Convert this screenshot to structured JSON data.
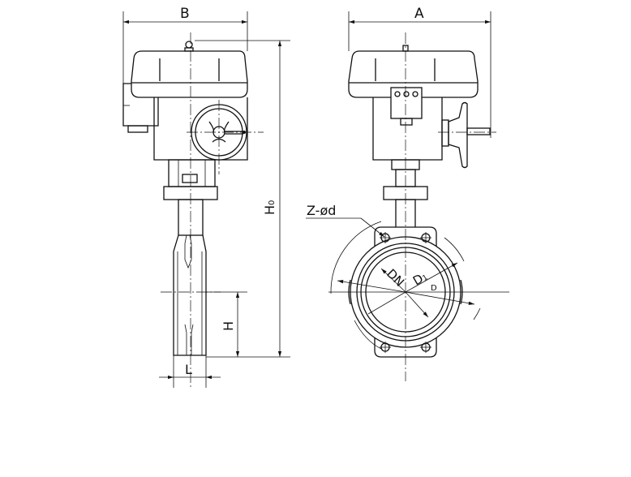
{
  "drawing": {
    "title": "Butterfly valve with electric actuator - dimension drawing",
    "side_view": {
      "width_label": "B",
      "overall_height_label": "H",
      "overall_height_subscript": "0",
      "center_height_label": "H",
      "face_length_label": "L"
    },
    "front_view": {
      "width_label": "A",
      "bolt_holes_label": "Z-ød",
      "nominal_diameter_label": "DN",
      "bolt_circle_label": "D",
      "bolt_circle_subscript": "1",
      "outer_diameter_label": "D"
    }
  }
}
